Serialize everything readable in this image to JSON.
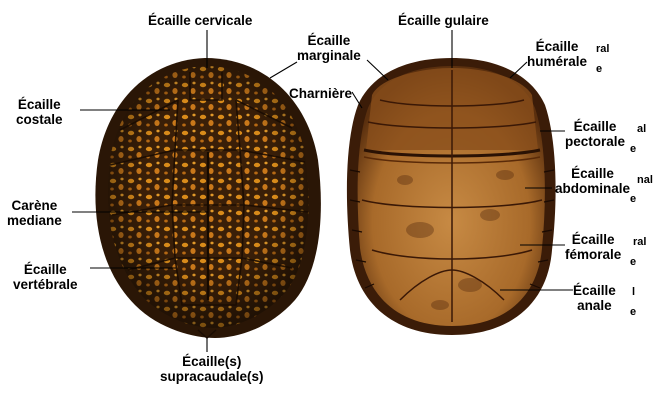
{
  "diagram": {
    "colors": {
      "background": "#ffffff",
      "carapace_rim": "#2a1606",
      "carapace_dark": "#3a1f08",
      "carapace_spot": "#d98b1a",
      "plastron_base": "#a86a2a",
      "plastron_light": "#c78a44",
      "plastron_dark": "#3b1c08",
      "leader_line": "#000000"
    },
    "labels": {
      "cervicale": "Écaille cervicale",
      "marginale": [
        "Écaille",
        "marginale"
      ],
      "costale": [
        "Écaille",
        "costale"
      ],
      "carene": [
        "Carène",
        "mediane"
      ],
      "vertebrale": [
        "Écaille",
        "vertébrale"
      ],
      "supracaudale": [
        "Écaille(s)",
        "supracaudale(s)"
      ],
      "gulaire": "Écaille gulaire",
      "humerale": [
        "Écaille",
        "humérale"
      ],
      "charniere": "Charnière",
      "pectorale": [
        "Écaille",
        "pectorale"
      ],
      "abdominale": [
        "Écaille",
        "abdominale"
      ],
      "femorale": [
        "Écaille",
        "fémorale"
      ],
      "anale": [
        "Écaille",
        "anale"
      ]
    },
    "fragments": {
      "ral_1": "ral",
      "e_1": "e",
      "al_1": "al",
      "e_2": "e",
      "nal_1": "nal",
      "e_3": "e",
      "ral_2": "ral",
      "e_4": "e",
      "l_1": "l",
      "e_5": "e"
    }
  }
}
